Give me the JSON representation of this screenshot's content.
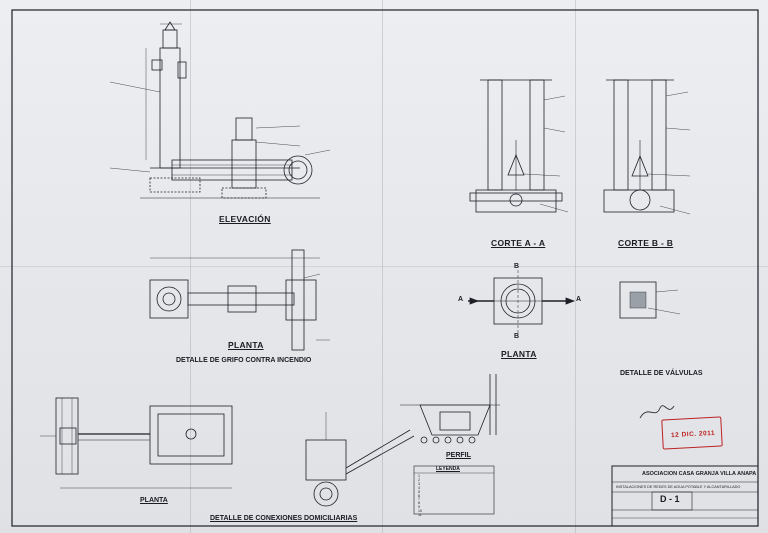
{
  "drawing": {
    "titles": {
      "elevacion": "ELEVACIÓN",
      "planta_grifo": "PLANTA",
      "detalle_grifo": "DETALLE DE GRIFO CONTRA INCENDIO",
      "corte_a": "CORTE A - A",
      "corte_b": "CORTE B - B",
      "planta_valvula": "PLANTA",
      "detalle_valvulas": "DETALLE DE VÁLVULAS",
      "perfil": "PERFIL",
      "planta_conexion": "PLANTA",
      "detalle_conexiones": "DETALLE DE CONEXIONES DOMICILIARIAS"
    },
    "section_markers": {
      "a": "A",
      "b": "B"
    },
    "leyenda": {
      "title": "LEYENDA",
      "items": [
        "1",
        "2",
        "3",
        "4",
        "5",
        "6",
        "7",
        "8",
        "9",
        "10",
        "11"
      ]
    },
    "title_block": {
      "association": "ASOCIACION CASA GRANJA VILLA ANAPA",
      "project": "INSTALACIONES DE REDES DE AGUA POTABLE Y ALCANTARILLADO",
      "sheet_code": "D - 1"
    },
    "stamp": {
      "date": "12 DIC. 2011"
    }
  },
  "colors": {
    "paper": "#e6e8ec",
    "ink": "#1a1c24",
    "stamp": "#b22222"
  }
}
